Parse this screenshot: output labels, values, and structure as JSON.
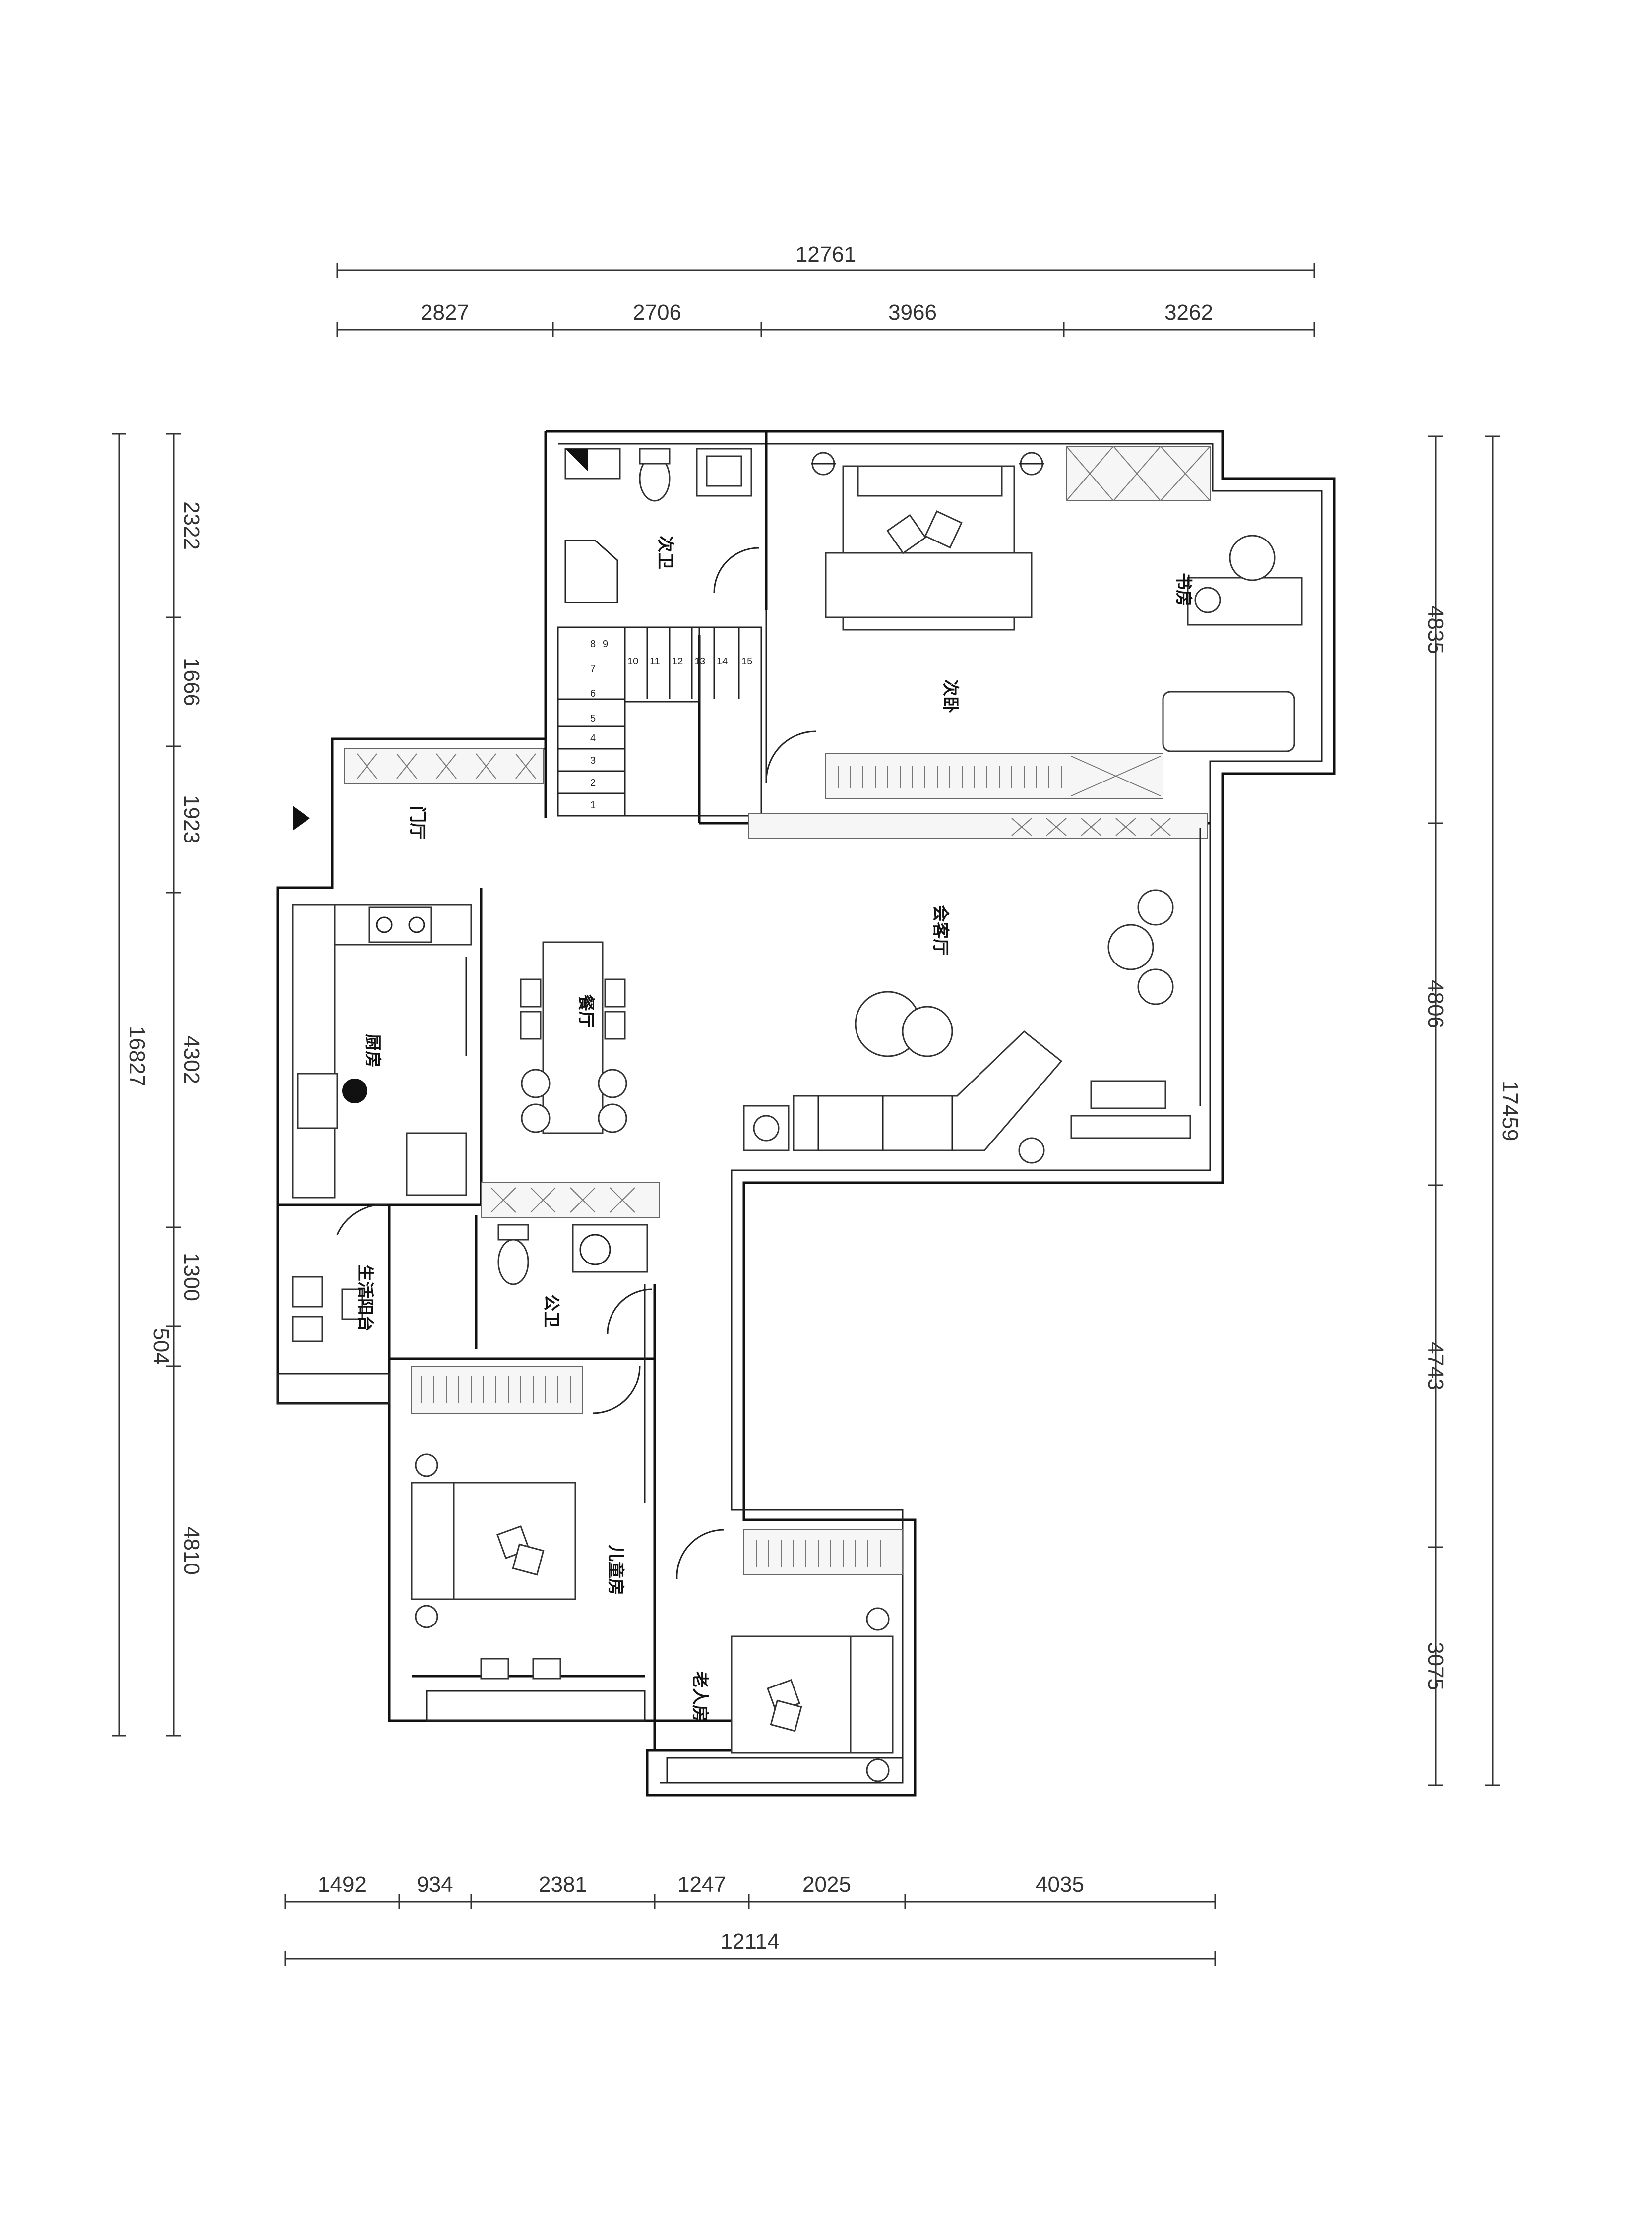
{
  "dimensions": {
    "top_total": "12761",
    "top_segments": [
      "2827",
      "2706",
      "3966",
      "3262"
    ],
    "bottom_total": "12114",
    "bottom_segments": [
      "1492",
      "934",
      "2381",
      "1247",
      "2025",
      "4035"
    ],
    "left_total": "16827",
    "left_segments": [
      "2322",
      "1666",
      "1923",
      "4302",
      "1300",
      "504",
      "4810"
    ],
    "right_total": "17459",
    "right_segments": [
      "4835",
      "4806",
      "4743",
      "3075"
    ]
  },
  "rooms": {
    "second_bath": "次卫",
    "second_bedroom": "次卧",
    "study": "书房",
    "foyer": "门厅",
    "living_room": "会客厅",
    "kitchen": "厨房",
    "dining": "餐厅",
    "utility_balcony": "生活阳台",
    "public_bath": "公卫",
    "children_room": "儿童房",
    "elder_room": "老人房"
  },
  "stairs": [
    "1",
    "2",
    "3",
    "4",
    "5",
    "6",
    "7",
    "8",
    "9",
    "10",
    "11",
    "12",
    "13",
    "14",
    "15"
  ]
}
